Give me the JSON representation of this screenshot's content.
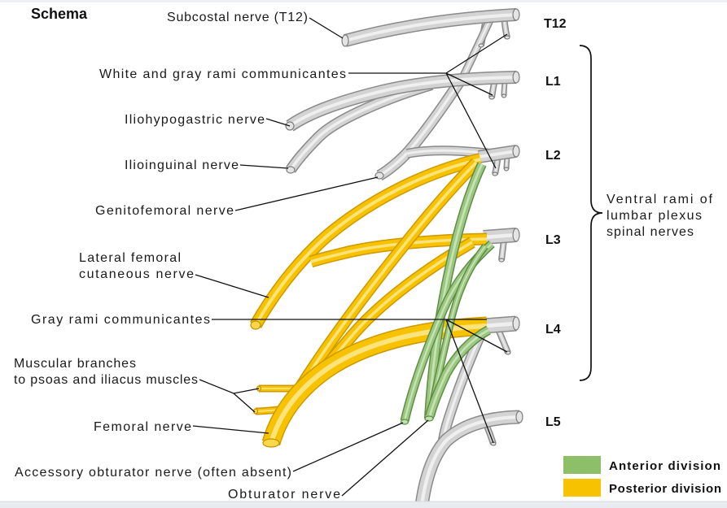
{
  "title": "Schema",
  "labels": {
    "subcostal_nerve": "Subcostal nerve (T12)",
    "white_gray_rami": "White and gray rami communicantes",
    "iliohypogastric_nerve": "Iliohypogastric nerve",
    "ilioinguinal_nerve": "Ilioinguinal nerve",
    "genitofemoral_nerve": "Genitofemoral nerve",
    "lateral_femoral_cutaneous_nerve": [
      "Lateral femoral",
      "cutaneous nerve"
    ],
    "gray_rami": "Gray rami communicantes",
    "muscular_branches": [
      "Muscular branches",
      "to psoas and iliacus muscles"
    ],
    "femoral_nerve": "Femoral nerve",
    "accessory_obturator_nerve": "Accessory obturator nerve (often absent)",
    "obturator_nerve": "Obturator nerve"
  },
  "levels": [
    "T12",
    "L1",
    "L2",
    "L3",
    "L4",
    "L5"
  ],
  "brace_label": [
    "Ventral rami of",
    "lumbar plexus",
    "spinal nerves"
  ],
  "legend": [
    {
      "label": "Anterior division",
      "color": "#8dbf68"
    },
    {
      "label": "Posterior division",
      "color": "#f7c300"
    }
  ]
}
